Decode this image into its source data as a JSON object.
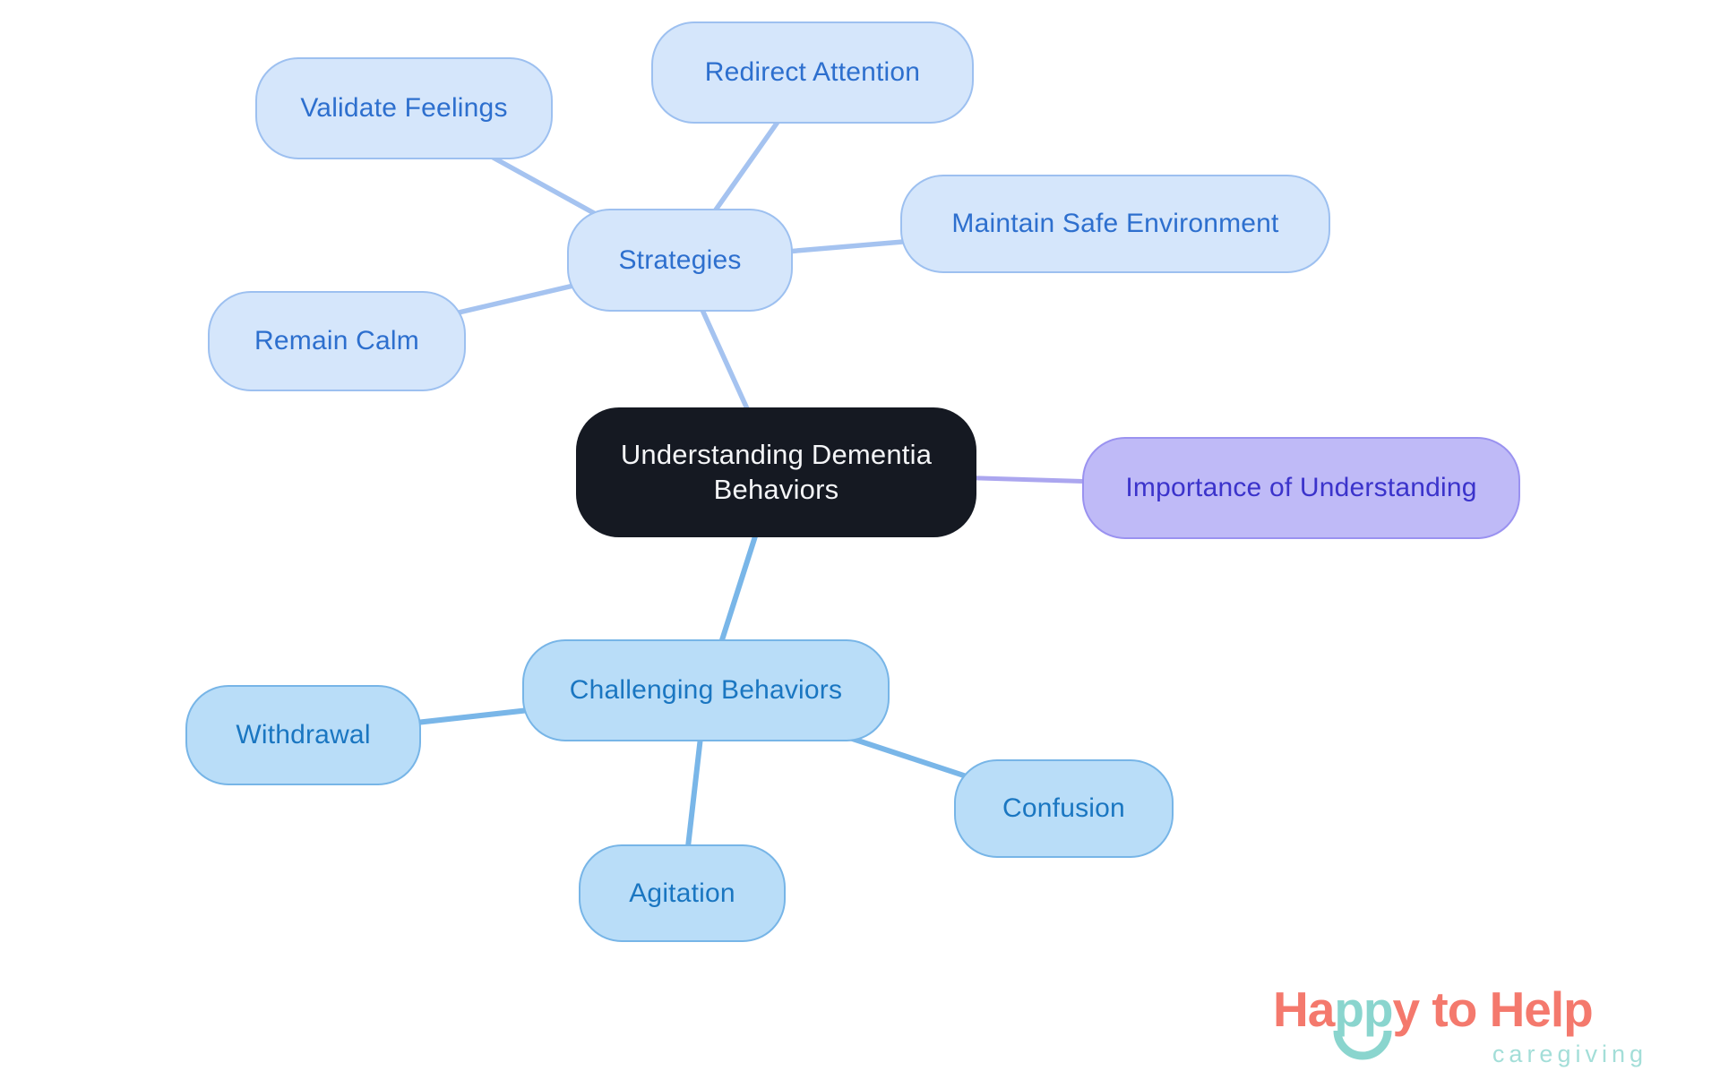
{
  "page": {
    "background": "#ffffff"
  },
  "mindmap": {
    "root": {
      "label": "Understanding Dementia Behaviors",
      "fill": "#151922",
      "text_color": "#f4f5f7"
    },
    "branches": [
      {
        "label": "Strategies",
        "fill": "#d5e6fb",
        "border": "#9dc0f0",
        "text_color": "#2d6fce",
        "edge_color": "#a5c3f0",
        "children": [
          {
            "label": "Validate Feelings"
          },
          {
            "label": "Redirect Attention"
          },
          {
            "label": "Maintain Safe Environment"
          },
          {
            "label": "Remain Calm"
          }
        ]
      },
      {
        "label": "Importance of Understanding",
        "fill": "#bfbaf7",
        "border": "#9a92f0",
        "text_color": "#3b33cb",
        "edge_color": "#aba6ef",
        "children": []
      },
      {
        "label": "Challenging Behaviors",
        "fill": "#b9ddf8",
        "border": "#77b5e7",
        "text_color": "#1a76c1",
        "edge_color": "#79b6e8",
        "children": [
          {
            "label": "Withdrawal"
          },
          {
            "label": "Confusion"
          },
          {
            "label": "Agitation"
          }
        ]
      }
    ]
  },
  "logo": {
    "word_start": "Ha",
    "word_mid": "pp",
    "word_end": "y to Help",
    "tagline": "caregiving",
    "coral": "#f4796d",
    "teal": "#8ad5ce",
    "tagline_color": "#a3ded8"
  }
}
